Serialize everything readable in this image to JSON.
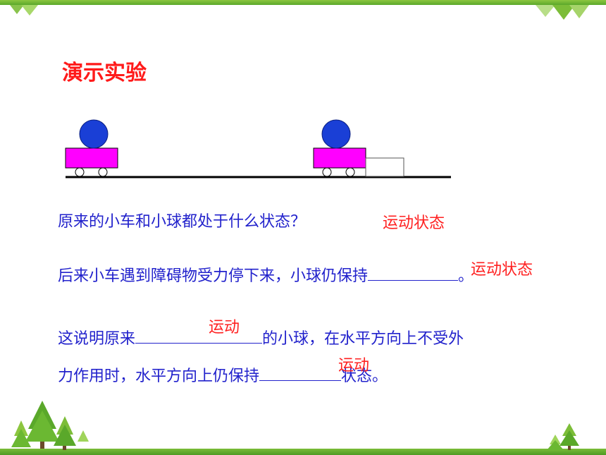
{
  "slide": {
    "title": "演示实验",
    "q1": {
      "text": "原来的小车和小球都处于什么状态？",
      "answer": "运动状态"
    },
    "q2": {
      "text_before": "后来小车遇到障碍物受力停下来，小球仍保持",
      "text_after": "。",
      "answer": "运动状态"
    },
    "q3": {
      "line1_before": "这说明原来",
      "line1_after": "的小球，在水平方向上不受外",
      "line1_answer": "运动",
      "line2_before": "力作用时，水平方向上仍保持",
      "line2_after": "状态。",
      "line2_answer": "运动"
    }
  },
  "colors": {
    "title": "#ff1a1a",
    "question_text": "#2222cc",
    "answer_text": "#ff2020",
    "cart_body": "#ff00ff",
    "ball": "#1a3fd6",
    "frame_green": "#5aa82a"
  }
}
